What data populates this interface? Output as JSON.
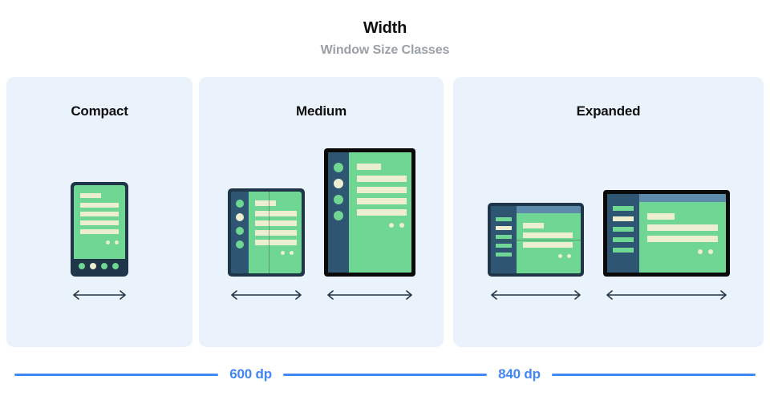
{
  "header": {
    "title": "Width",
    "subtitle": "Window Size Classes"
  },
  "panels": [
    {
      "key": "compact",
      "title": "Compact",
      "devices": [
        {
          "name": "phone",
          "type": "phone-portrait",
          "arrow_label": "width-arrow"
        }
      ]
    },
    {
      "key": "medium",
      "title": "Medium",
      "devices": [
        {
          "name": "foldable-unfolded",
          "type": "foldable-portrait",
          "arrow_label": "width-arrow"
        },
        {
          "name": "tablet-portrait",
          "type": "tablet-portrait",
          "arrow_label": "width-arrow"
        }
      ]
    },
    {
      "key": "expanded",
      "title": "Expanded",
      "devices": [
        {
          "name": "foldable-landscape",
          "type": "foldable-landscape",
          "arrow_label": "width-arrow"
        },
        {
          "name": "tablet-landscape",
          "type": "tablet-landscape",
          "arrow_label": "width-arrow"
        }
      ]
    }
  ],
  "breakpoints": [
    {
      "label": "600 dp"
    },
    {
      "label": "840 dp"
    }
  ],
  "colors": {
    "panel_background": "#eaf2fc",
    "page_background": "#ffffff",
    "title_text": "#0f0f10",
    "subtitle_text": "#9aa0a6",
    "breakpoint_blue": "#4285f4",
    "device_frame_navy": "#1f3548",
    "device_frame_black": "#0a0a0a",
    "screen_green": "#6fd693",
    "content_cream": "#edeed1",
    "rail_blue": "#2e5571",
    "topbar_blue": "#5d8bab",
    "arrow_navy": "#1f3548"
  }
}
